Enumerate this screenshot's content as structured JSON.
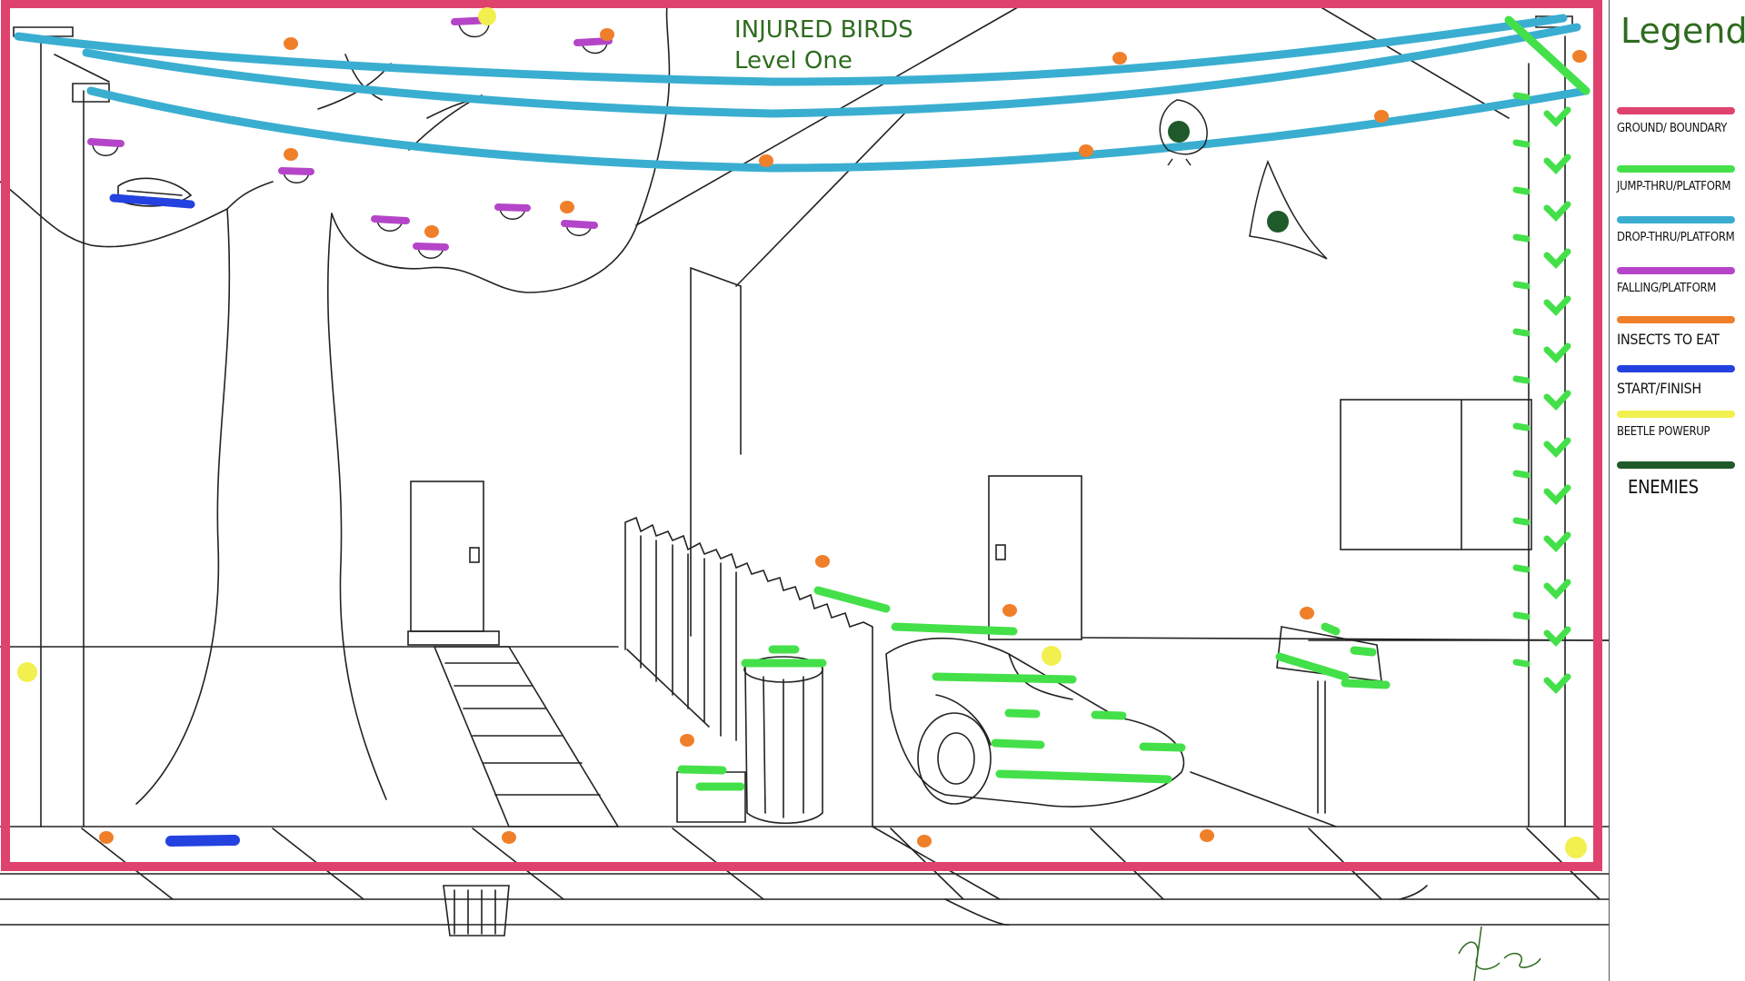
{
  "title": {
    "line1": "INJURED BIRDS",
    "line2": "Level One"
  },
  "legend": {
    "title": "Legend",
    "items": [
      {
        "label": "GROUND/ BOUNDARY",
        "color": "#e0426e",
        "size": "normal"
      },
      {
        "label": "JUMP-THRU/PLATFORM",
        "color": "#44e04a",
        "size": "normal"
      },
      {
        "label": "DROP-THRU/PLATFORM",
        "color": "#3aaed0",
        "size": "normal"
      },
      {
        "label": "FALLING/PLATFORM",
        "color": "#b545c8",
        "size": "normal"
      },
      {
        "label": "INSECTS TO EAT",
        "color": "#f07f2a",
        "size": "big"
      },
      {
        "label": "START/FINISH",
        "color": "#2342e0",
        "size": "big"
      },
      {
        "label": "BEETLE POWERUP",
        "color": "#f2f04e",
        "size": "normal"
      },
      {
        "label": "ENEMIES",
        "color": "#1f5a2a",
        "size": "bigger"
      }
    ]
  },
  "colors": {
    "boundary": "#e0426e",
    "jump_platform": "#44e04a",
    "drop_platform": "#3aaed0",
    "falling_platform": "#b545c8",
    "insect": "#f07f2a",
    "start_finish": "#2342e0",
    "beetle": "#f2f04e",
    "enemy": "#1f5a2a",
    "sketch": "#222222"
  }
}
